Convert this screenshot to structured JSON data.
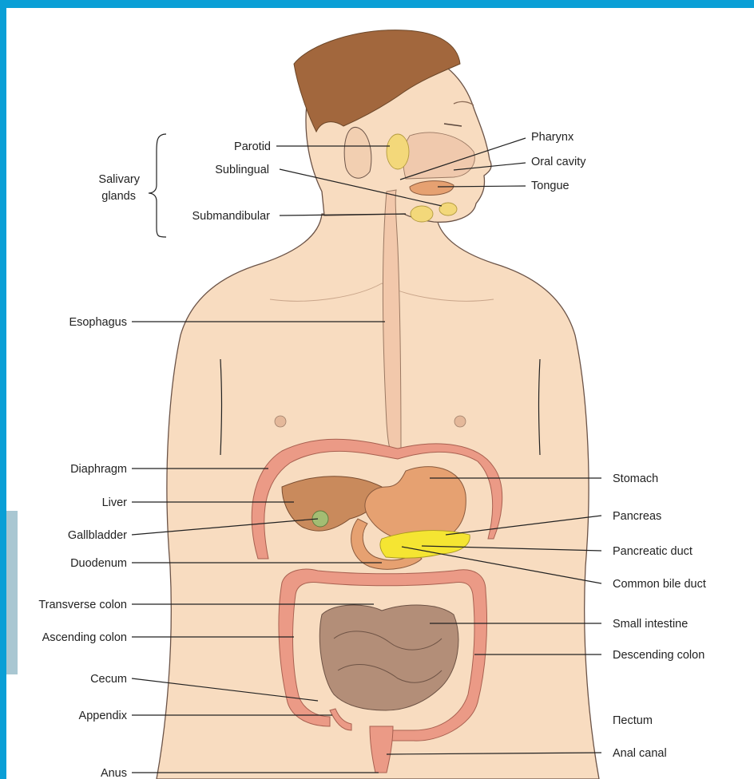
{
  "labels": {
    "salivary_glands_1": "Salivary",
    "salivary_glands_2": "glands",
    "parotid": "Parotid",
    "sublingual": "Sublingual",
    "submandibular": "Submandibular",
    "pharynx": "Pharynx",
    "oral_cavity": "Oral cavity",
    "tongue": "Tongue",
    "esophagus": "Esophagus",
    "diaphragm": "Diaphragm",
    "liver": "Liver",
    "gallbladder": "Gallbladder",
    "duodenum": "Duodenum",
    "transverse_colon": "Transverse colon",
    "ascending_colon": "Ascending colon",
    "cecum": "Cecum",
    "appendix": "Appendix",
    "anus": "Anus",
    "stomach": "Stomach",
    "pancreas": "Pancreas",
    "pancreatic_duct": "Pancreatic duct",
    "common_bile_duct": "Common bile duct",
    "small_intestine": "Small intestine",
    "descending_colon": "Descending colon",
    "rectum": "Пectum",
    "anal_canal": "Anal canal"
  },
  "colors": {
    "frame": "#0a9fd6",
    "skin": "#f8dcc0",
    "hair": "#a2673d",
    "colon": "#eb9a86",
    "stomach": "#e6a171",
    "liver": "#c98a5c",
    "small_intestine": "#b38e78",
    "pancreas": "#f5e532",
    "gallbladder": "#a3bd73",
    "gland": "#f3d87a"
  }
}
